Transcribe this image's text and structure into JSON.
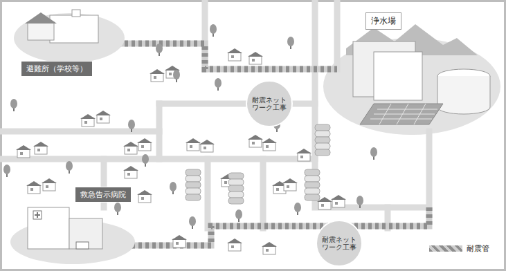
{
  "diagram": {
    "nodes": [
      {
        "text": [
          "浄水場"
        ]
      },
      {
        "text": [
          "避難所（学校等）"
        ]
      },
      {
        "text": [
          "耐震ネットワーク工事"
        ]
      },
      {
        "text": [
          "救急告示病院"
        ]
      },
      {
        "text": [
          "耐震ネットワーク工事"
        ]
      }
    ],
    "legend": [
      {
        "text": "耐震管"
      }
    ]
  }
}
